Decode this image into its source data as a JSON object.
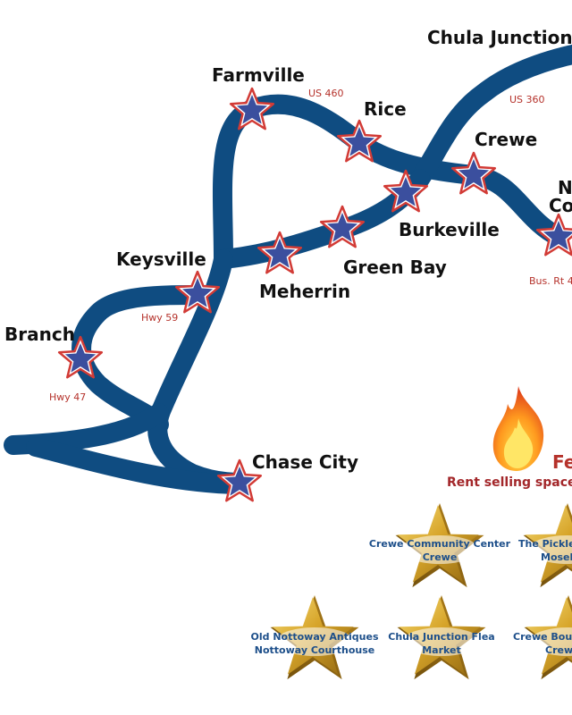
{
  "colors": {
    "road": "#0f4c81",
    "star_fill": "#3b4f9e",
    "star_outline": "#d23b36",
    "road_label": "#b5322b",
    "gold_star": "#d7a52a",
    "caption": "#1d4f8a"
  },
  "towns": [
    {
      "name": "Chula Junction"
    },
    {
      "name": "Farmville"
    },
    {
      "name": "Rice"
    },
    {
      "name": "Crewe"
    },
    {
      "name": "N"
    },
    {
      "name": "Co"
    },
    {
      "name": "Burkeville"
    },
    {
      "name": "Green Bay"
    },
    {
      "name": "Meherrin"
    },
    {
      "name": "Keysville"
    },
    {
      "name": "Branch"
    },
    {
      "name": "Chase City"
    }
  ],
  "roads": [
    {
      "label": "US 460"
    },
    {
      "label": "US 360"
    },
    {
      "label": "Hwy 59"
    },
    {
      "label": "Hwy 47"
    },
    {
      "label": "Bus. Rt 4"
    }
  ],
  "festival": {
    "icon": "flame-icon",
    "title": "Fe",
    "subtitle": "Rent selling space at"
  },
  "featured_locations": [
    {
      "line1": "Crewe Community Center",
      "line2": "Crewe"
    },
    {
      "line1": "The Pickled",
      "line2": "Mosele"
    },
    {
      "line1": "Old Nottoway Antiques",
      "line2": "Nottoway Courthouse"
    },
    {
      "line1": "Chula Junction Flea",
      "line2": "Market"
    },
    {
      "line1": "Crewe Bouti",
      "line2": "Crew"
    }
  ]
}
